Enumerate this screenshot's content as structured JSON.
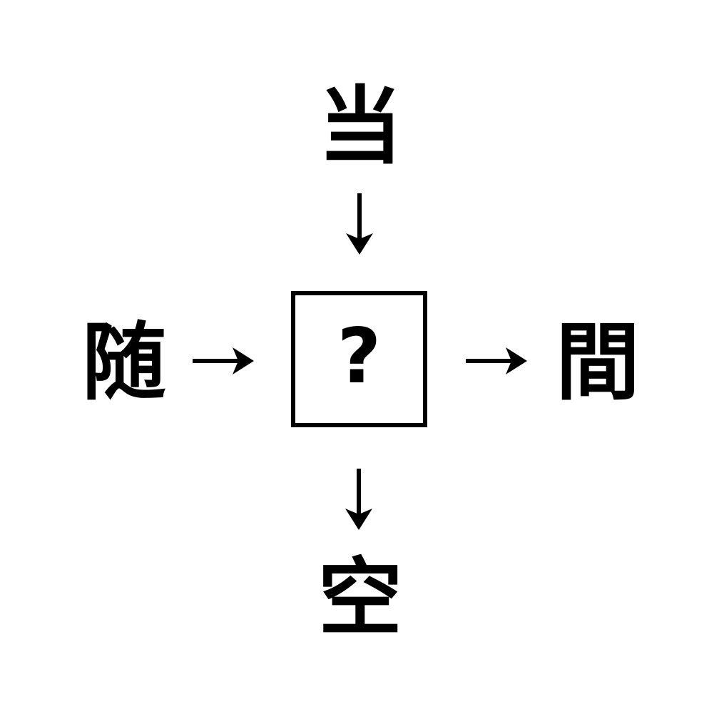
{
  "colors": {
    "background": "#ffffff",
    "foreground": "#000000"
  },
  "puzzle": {
    "top_char": "当",
    "left_char": "随",
    "right_char": "間",
    "bottom_char": "空",
    "center_placeholder": "?"
  }
}
